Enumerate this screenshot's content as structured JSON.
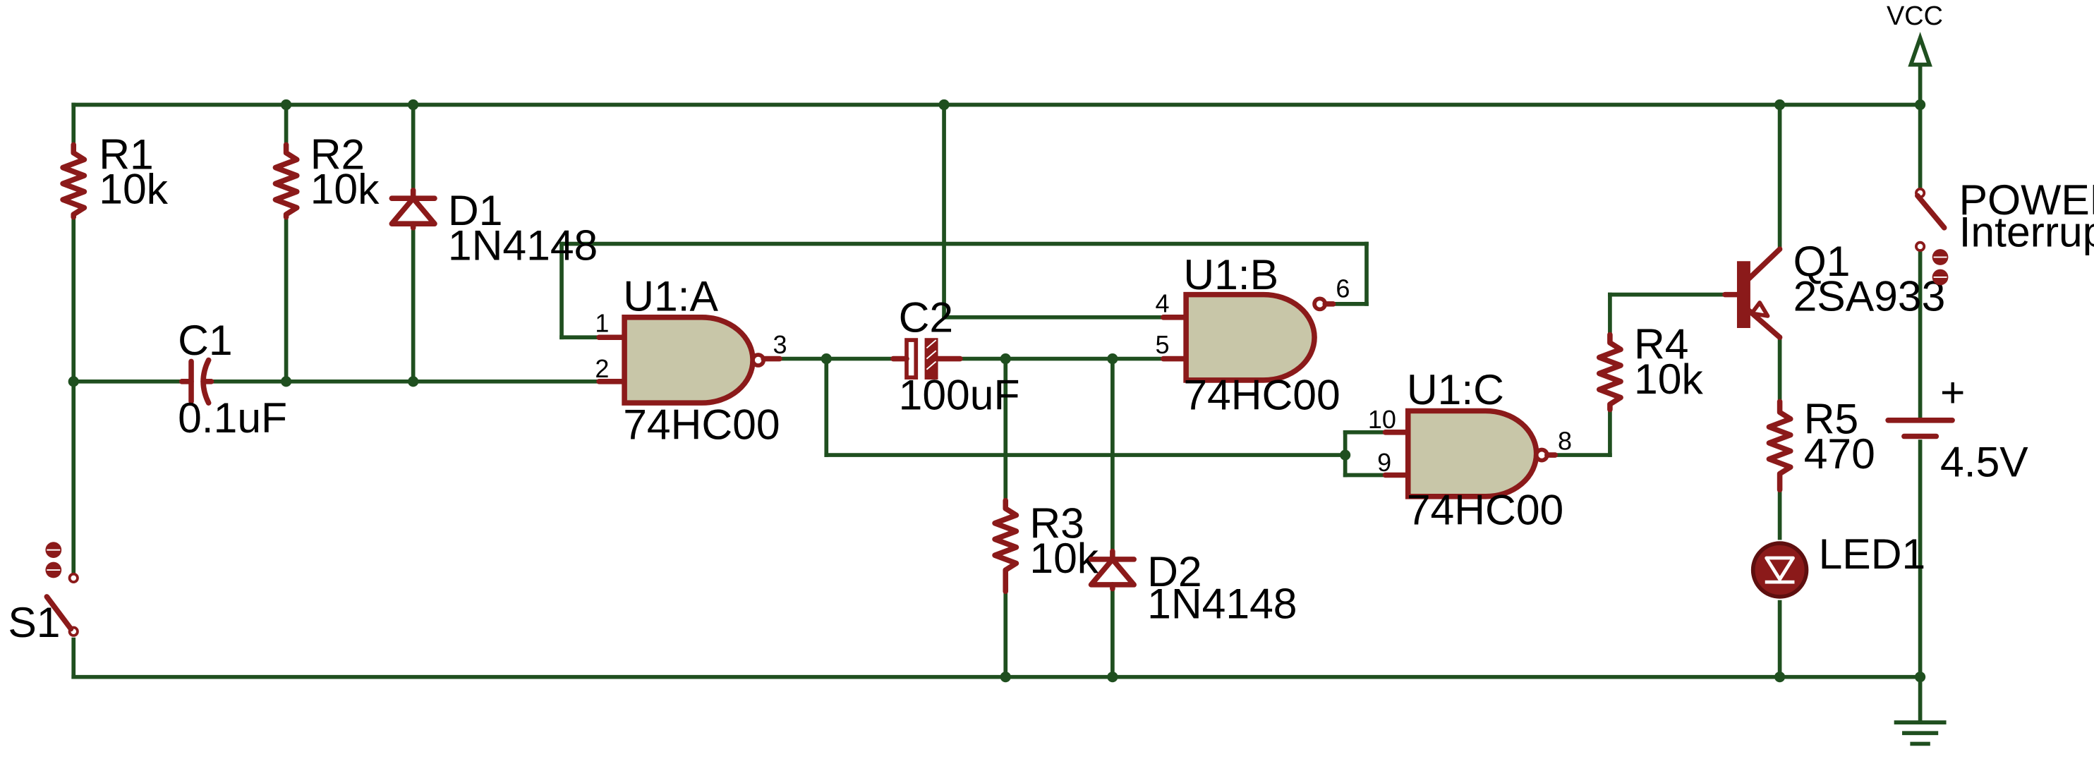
{
  "supply": {
    "vcc_label": "VCC"
  },
  "resistors": [
    {
      "ref": "R1",
      "value": "10k"
    },
    {
      "ref": "R2",
      "value": "10k"
    },
    {
      "ref": "R3",
      "value": "10k"
    },
    {
      "ref": "R4",
      "value": "10k"
    },
    {
      "ref": "R5",
      "value": "470"
    }
  ],
  "capacitors": [
    {
      "ref": "C1",
      "value": "0.1uF"
    },
    {
      "ref": "C2",
      "value": "100uF"
    }
  ],
  "diodes": [
    {
      "ref": "D1",
      "value": "1N4148"
    },
    {
      "ref": "D2",
      "value": "1N4148"
    }
  ],
  "gates": [
    {
      "ref": "U1:A",
      "part": "74HC00",
      "pins": [
        "1",
        "2",
        "3"
      ]
    },
    {
      "ref": "U1:B",
      "part": "74HC00",
      "pins": [
        "4",
        "5",
        "6"
      ]
    },
    {
      "ref": "U1:C",
      "part": "74HC00",
      "pins": [
        "10",
        "9",
        "8"
      ]
    }
  ],
  "transistor": {
    "ref": "Q1",
    "value": "2SA933"
  },
  "led": {
    "ref": "LED1"
  },
  "switches": [
    {
      "ref": "S1"
    },
    {
      "ref": "POWER",
      "value": "Interrupteur"
    }
  ],
  "battery": {
    "polarity": "+",
    "value": "4.5V"
  },
  "colors": {
    "wire": "#1f4f1f",
    "component": "#8b1a1a",
    "gate_fill": "#c8c6a8"
  }
}
